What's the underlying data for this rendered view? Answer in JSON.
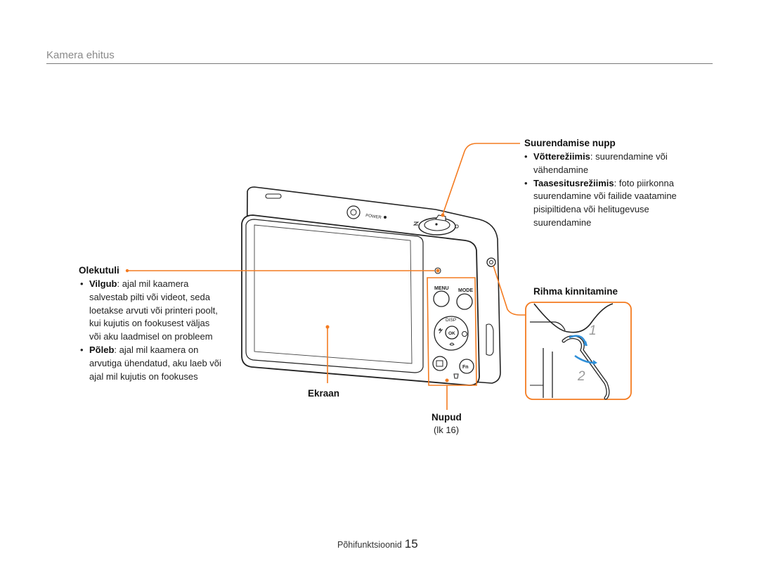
{
  "header": {
    "title": "Kamera ehitus"
  },
  "camera": {
    "power_label": "POWER",
    "menu_label": "MENU",
    "mode_label": "MODE",
    "disp_label": "DISP",
    "ok_label": "OK",
    "fn_label": "Fn"
  },
  "callouts": {
    "olekutuli": {
      "title": "Olekutuli",
      "items": [
        {
          "term": "Vilgub",
          "text": ": ajal mil kaamera salvestab pilti või videot, seda loetakse arvuti või printeri poolt, kui kujutis on fookusest väljas või aku laadmisel on probleem"
        },
        {
          "term": "Põleb",
          "text": ": ajal mil kaamera on arvutiga ühendatud, aku laeb või ajal mil kujutis on fookuses"
        }
      ]
    },
    "suurendamise_nupp": {
      "title": "Suurendamise nupp",
      "items": [
        {
          "term": "Võtterežiimis",
          "text": ": suurendamine või vähendamine"
        },
        {
          "term": "Taasesitusrežiimis",
          "text": ": foto piirkonna suurendamine või failide vaatamine pisipiltidena või helitugevuse suurendamine"
        }
      ]
    },
    "rihma_kinnitamine": {
      "title": "Rihma kinnitamine",
      "step_1": "1",
      "step_2": "2"
    },
    "ekraan": {
      "title": "Ekraan"
    },
    "nupud": {
      "title": "Nupud",
      "ref": "(lk 16)"
    }
  },
  "colors": {
    "callout_line": "#f47b20",
    "detail_arrow": "#2f8fd8"
  },
  "footer": {
    "section": "Põhifunktsioonid",
    "page_number": "15"
  }
}
